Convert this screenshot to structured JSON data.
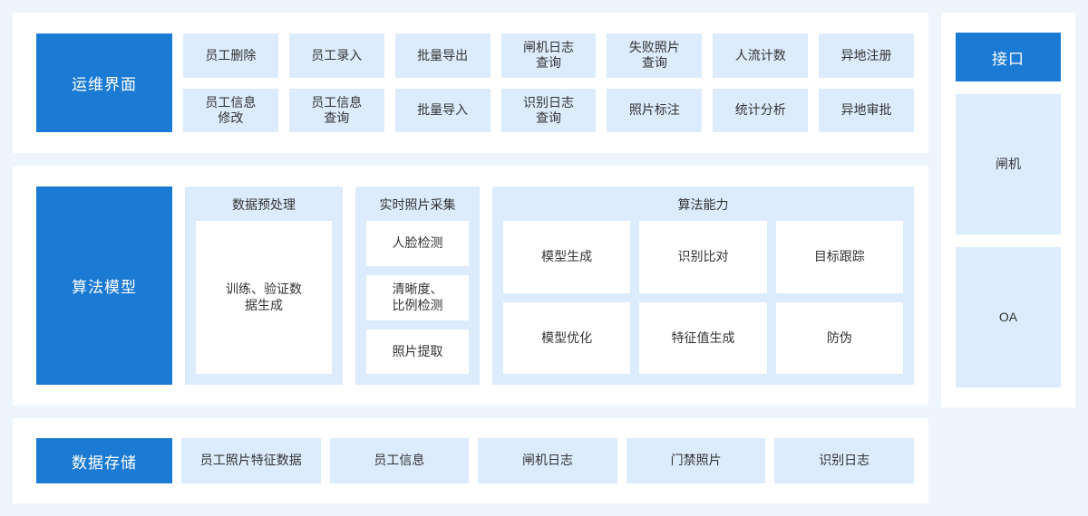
{
  "colors": {
    "page_background": "#eef5fd",
    "panel_background": "#ffffff",
    "accent_blue": "#1a7ad4",
    "tile_light_blue": "#dcecfc",
    "text": "#333333",
    "text_on_accent": "#ffffff"
  },
  "sections": {
    "ops": {
      "label": "运维界面",
      "tiles": [
        "员工删除",
        "员工录入",
        "批量导出",
        "闸机日志\n查询",
        "失败照片\n查询",
        "人流计数",
        "异地注册",
        "员工信息\n修改",
        "员工信息\n查询",
        "批量导入",
        "识别日志\n查询",
        "照片标注",
        "统计分析",
        "异地审批"
      ]
    },
    "algorithm": {
      "label": "算法模型",
      "groups": {
        "preprocess": {
          "title": "数据预处理",
          "items": [
            "训练、验证数\n据生成"
          ]
        },
        "capture": {
          "title": "实时照片采集",
          "items": [
            "人脸检测",
            "清晰度、\n比例检测",
            "照片提取"
          ]
        },
        "capability": {
          "title": "算法能力",
          "items": [
            "模型生成",
            "识别比对",
            "目标跟踪",
            "模型优化",
            "特征值生成",
            "防伪"
          ]
        }
      }
    },
    "storage": {
      "label": "数据存储",
      "tiles": [
        "员工照片特征数据",
        "员工信息",
        "闸机日志",
        "门禁照片",
        "识别日志"
      ]
    },
    "interface": {
      "label": "接口",
      "tiles": [
        "闸机",
        "OA"
      ]
    }
  }
}
